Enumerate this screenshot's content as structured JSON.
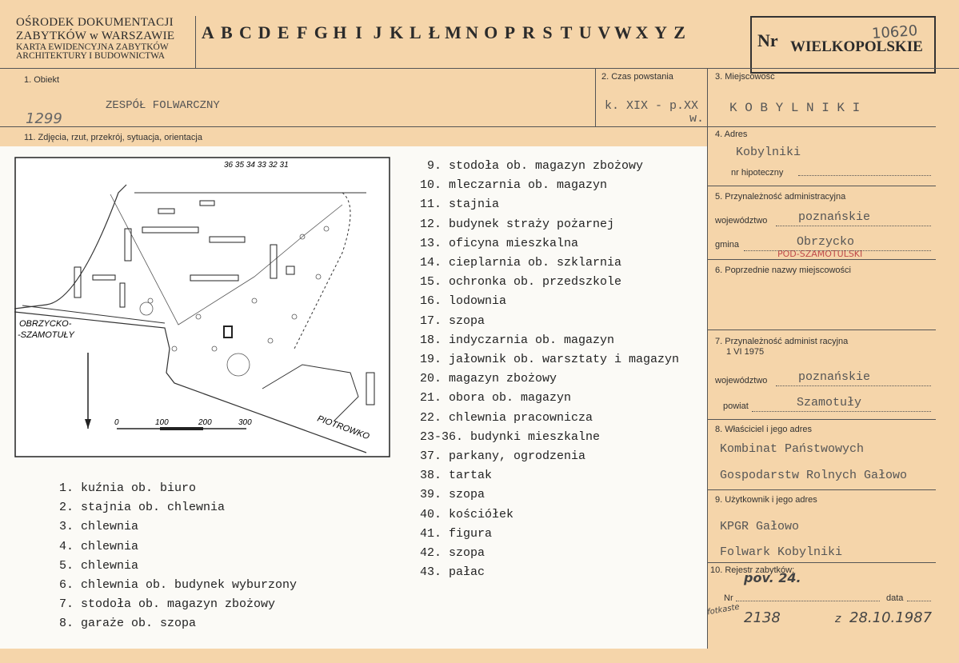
{
  "header": {
    "org_line1": "OŚRODEK DOKUMENTACJI",
    "org_line2": "ZABYTKÓW w WARSZAWIE",
    "card_line1": "KARTA EWIDENCYJNA ZABYTKÓW",
    "card_line2": "ARCHITEKTURY I BUDOWNICTWA",
    "alphabet": [
      "A",
      "B",
      "C",
      "D",
      "E",
      "F",
      "G",
      "H",
      "I",
      "J",
      "K",
      "L",
      "Ł",
      "M",
      "N",
      "O",
      "P",
      "R",
      "S",
      "T",
      "U",
      "V",
      "W",
      "X",
      "Y",
      "Z"
    ],
    "nr_label": "Nr",
    "region": "WIELKOPOLSKIE",
    "reg_number": "10620"
  },
  "fields": {
    "f1_label": "1. Obiekt",
    "f1_value": "ZESPÓŁ FOLWARCZNY",
    "f1_side_number": "1299",
    "f2_label": "2. Czas powstania",
    "f2_value": "k. XIX - p.XX",
    "f2_value2": "w.",
    "f3_label": "3. Miejscowość",
    "f3_value": "K O B Y L N I K I",
    "f11_label": "11. Zdjęcia, rzut, przekrój, sytuacja, orientacja",
    "f4_label": "4. Adres",
    "f4_value": "Kobylniki",
    "f4_hipo": "nr hipoteczny",
    "f5_label": "5. Przynależność administracyjna",
    "f5_woj_label": "województwo",
    "f5_woj_value": "poznańskie",
    "f5_gmina_label": "gmina",
    "f5_gmina_value": "Obrzycko",
    "f5_gmina_hand": "POD-SZAMOTULSKI",
    "f6_label": "6. Poprzednie nazwy miejscowości",
    "f7_label1": "7. Przynależność administ racyjna",
    "f7_label2": "1 VI 1975",
    "f7_woj_label": "województwo",
    "f7_woj_value": "poznańskie",
    "f7_powiat_label": "powiat",
    "f7_powiat_value": "Szamotuły",
    "f8_label": "8. Właściciel i jego adres",
    "f8_line1": "Kombinat Państwowych",
    "f8_line2": "Gospodarstw Rolnych Gałowo",
    "f9_label": "9. Użytkownik i jego adres",
    "f9_line1": "KPGR Gałowo",
    "f9_line2": "Folwark Kobylniki",
    "f10_label": "10. Rejestr zabytków:",
    "f10_hand": "pov. 24.",
    "f10_nr": "Nr",
    "f10_data": "data",
    "f10_hand_nr": "2138",
    "f10_hand_prefix": "fotkaste",
    "f10_hand_z": "z",
    "f10_hand_date": "28.10.1987"
  },
  "map": {
    "label_left_1": "OBRZYCKO-",
    "label_left_2": "-SZAMOTUŁY",
    "label_right": "PIOTROWKO",
    "scale": [
      "0",
      "100",
      "200",
      "300"
    ],
    "numbers_top": "36 35 34 33 32 31"
  },
  "legend_left": [
    "1. kuźnia ob. biuro",
    "2. stajnia ob. chlewnia",
    "3. chlewnia",
    "4. chlewnia",
    "5. chlewnia",
    "6. chlewnia ob. budynek wyburzony",
    "7. stodoła ob. magazyn zbożowy",
    "8. garaże ob. szopa"
  ],
  "legend_right": [
    " 9. stodoła ob. magazyn zbożowy",
    "10. mleczarnia ob. magazyn",
    "11. stajnia",
    "12. budynek straży pożarnej",
    "13. oficyna mieszkalna",
    "14. cieplarnia ob. szklarnia",
    "15. ochronka ob. przedszkole",
    "16. lodownia",
    "17. szopa",
    "18. indyczarnia ob. magazyn",
    "19. jałownik ob. warsztaty i magazyn",
    "20. magazyn zbożowy",
    "21. obora ob. magazyn",
    "22. chlewnia pracownicza",
    "23-36. budynki mieszkalne",
    "37. parkany, ogrodzenia",
    "38. tartak",
    "39. szopa",
    "40. kościółek",
    "41. figura",
    "42. szopa",
    "43. pałac"
  ]
}
